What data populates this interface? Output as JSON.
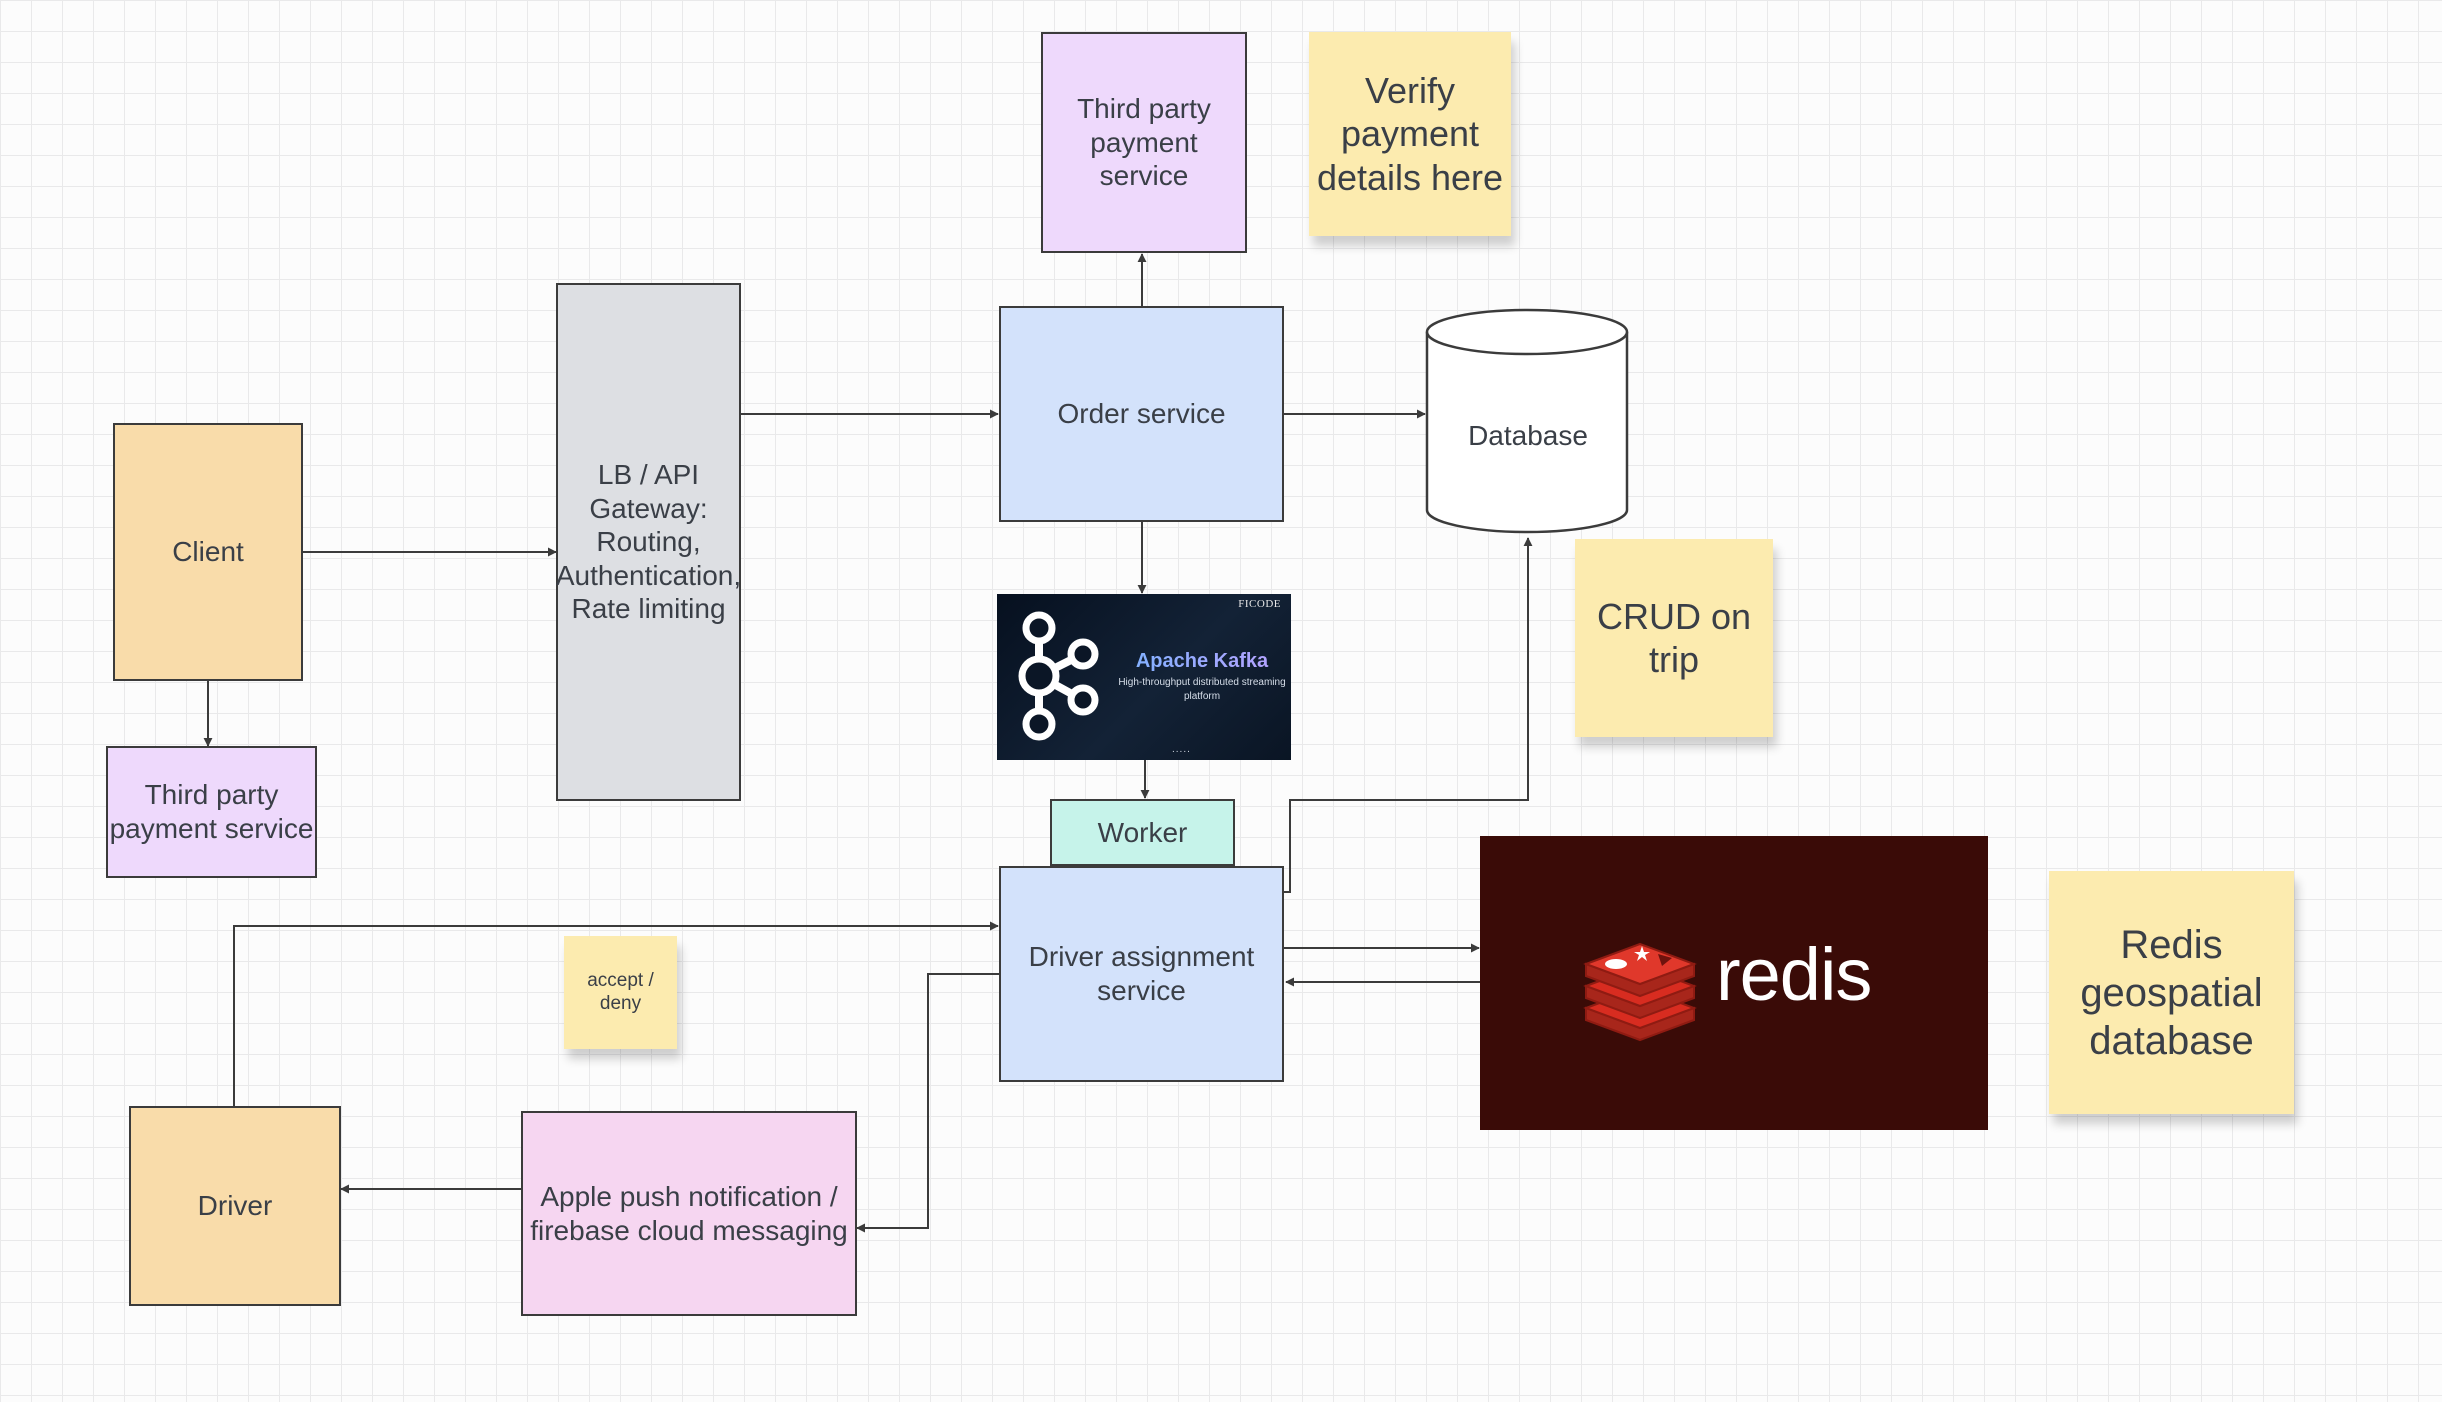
{
  "nodes": {
    "client": "Client",
    "client_payment": "Third party payment service",
    "gateway": "LB / API Gateway: Routing, Authentication, Rate limiting",
    "order_service": "Order service",
    "top_payment": "Third party payment service",
    "database": "Database",
    "worker": "Worker",
    "driver_assignment": "Driver assignment service",
    "driver": "Driver",
    "push_notification": "Apple push notification / firebase cloud messaging"
  },
  "stickies": {
    "verify_payment": "Verify payment details here",
    "crud_trip": "CRUD on trip",
    "redis_note": "Redis geospatial database",
    "accept_deny": "accept / deny"
  },
  "images": {
    "kafka": {
      "brand": "FICODE",
      "title": "Apache Kafka",
      "subtitle": "High-throughput distributed streaming platform",
      "footer": ".....",
      "icon": "kafka-logo-icon"
    },
    "redis": {
      "wordmark": "redis",
      "icon": "redis-logo-icon"
    }
  },
  "colors": {
    "client_fill": "#f9dcaa",
    "payment_fill": "#eed9fc",
    "gateway_fill": "#dddfe3",
    "service_fill": "#d3e2fb",
    "worker_fill": "#c6f3ea",
    "push_fill": "#f6d6f1",
    "sticky_fill": "#fcebaf",
    "redis_bg": "#3a0b07",
    "redis_red": "#d82c20"
  }
}
